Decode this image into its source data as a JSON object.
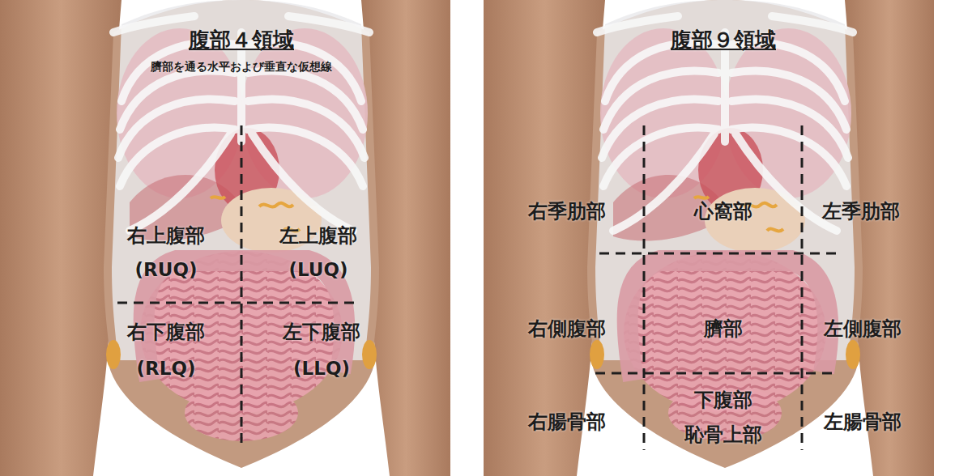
{
  "diagram": {
    "labels": [
      "腹部４領域",
      "臍部を通る水平および垂直な仮想線",
      "右上腹部",
      "(RUQ)",
      "左上腹部",
      "(LUQ)",
      "右下腹部",
      "(RLQ)",
      "左下腹部",
      "(LLQ)",
      "腹部９領域",
      "右季肋部",
      "心窩部",
      "左季肋部",
      "右側腹部",
      "臍部",
      "左側腹部",
      "右腸骨部",
      "下腹部",
      "恥骨上部",
      "左腸骨部"
    ]
  }
}
